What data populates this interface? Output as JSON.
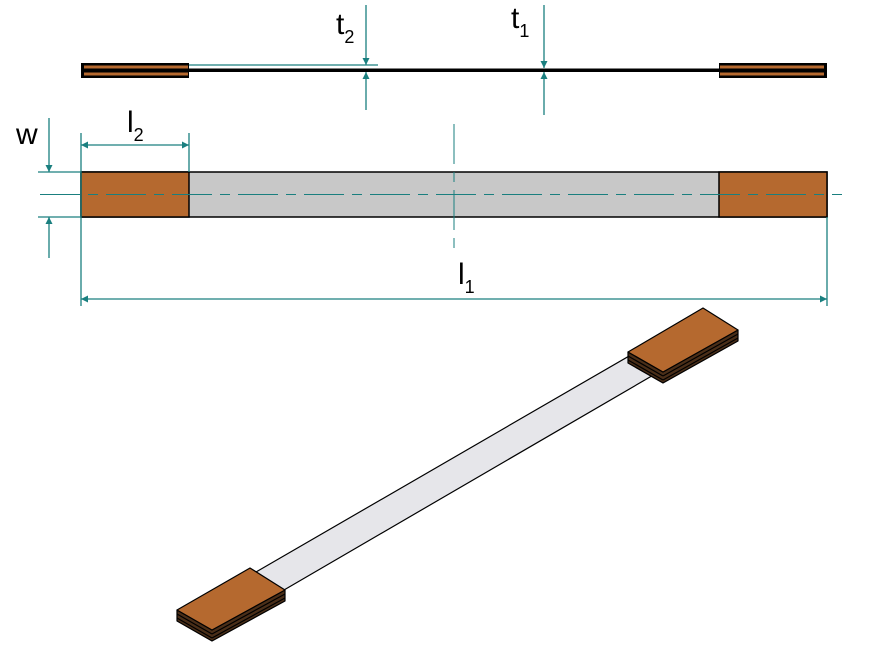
{
  "labels": {
    "t2": {
      "main": "t",
      "sub": "2"
    },
    "t1": {
      "main": "t",
      "sub": "1"
    },
    "w": {
      "main": "w"
    },
    "l2": {
      "main": "l",
      "sub": "2"
    },
    "l1": {
      "main": "l",
      "sub": "1"
    }
  },
  "colors": {
    "tab": "#b5692f",
    "specimen": "#c8c8c8",
    "specimen_iso": "#e6e6ea",
    "dimension": "#1a7f7f"
  }
}
